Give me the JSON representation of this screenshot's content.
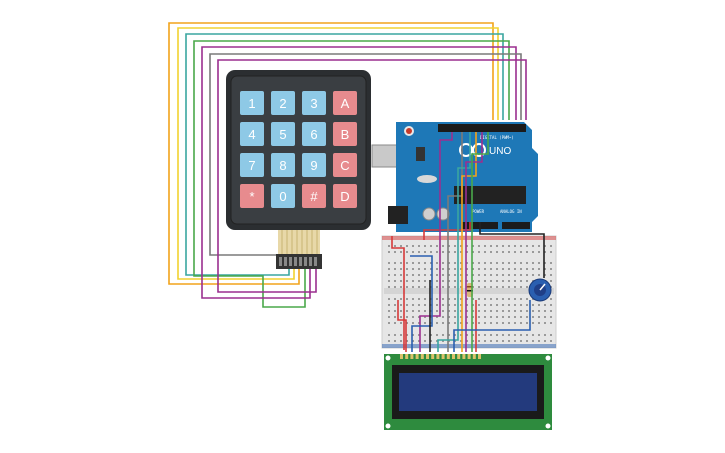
{
  "keypad": {
    "keys": [
      {
        "label": "1",
        "kind": "digit"
      },
      {
        "label": "2",
        "kind": "digit"
      },
      {
        "label": "3",
        "kind": "digit"
      },
      {
        "label": "A",
        "kind": "letter"
      },
      {
        "label": "4",
        "kind": "digit"
      },
      {
        "label": "5",
        "kind": "digit"
      },
      {
        "label": "6",
        "kind": "digit"
      },
      {
        "label": "B",
        "kind": "letter"
      },
      {
        "label": "7",
        "kind": "digit"
      },
      {
        "label": "8",
        "kind": "digit"
      },
      {
        "label": "9",
        "kind": "digit"
      },
      {
        "label": "C",
        "kind": "letter"
      },
      {
        "label": "*",
        "kind": "letter"
      },
      {
        "label": "0",
        "kind": "digit"
      },
      {
        "label": "#",
        "kind": "letter"
      },
      {
        "label": "D",
        "kind": "letter"
      }
    ],
    "digit_color": "#8ec9e6",
    "letter_color": "#e78b8e",
    "body_color": "#2b2e31"
  },
  "arduino": {
    "logo": "UNO",
    "digital_label": "DIGITAL (PWM~)",
    "power_label": "POWER",
    "analog_label": "ANALOG IN",
    "board_color": "#1e78b7"
  },
  "lcd": {
    "board_color": "#2e8b3e",
    "screen_color": "#233a7d"
  },
  "wire_colors": [
    "#f2a31b",
    "#f2d230",
    "#3aa6a0",
    "#9b2f8f",
    "#7a7a7a",
    "#d63a3a",
    "#4aa84a",
    "#2a5fb0"
  ]
}
